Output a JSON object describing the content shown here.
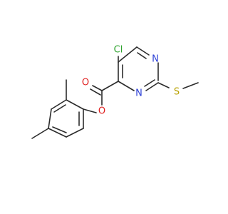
{
  "molecule": {
    "atom_labels": {
      "chlorine": "Cl",
      "ring_nitrogen_top": "N",
      "ring_nitrogen_bottom": "N",
      "sulfur": "S",
      "carbonyl_oxygen": "O",
      "ester_oxygen": "O"
    },
    "colors": {
      "bond": "#2b2b2b",
      "chlorine": "#2ea32e",
      "nitrogen": "#2c3fd6",
      "sulfur": "#b8a100",
      "oxygen": "#e02020"
    }
  }
}
